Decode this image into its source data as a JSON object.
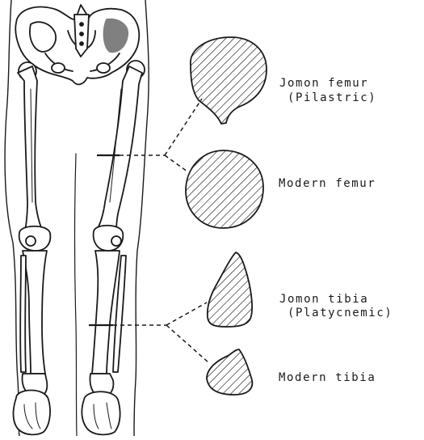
{
  "sections": [
    {
      "id": "jomon-femur",
      "line1": "Jomon femur",
      "line2": "(Pilastric)"
    },
    {
      "id": "modern-femur",
      "line1": "Modern femur",
      "line2": ""
    },
    {
      "id": "jomon-tibia",
      "line1": "Jomon tibia",
      "line2": "(Platycnemic)"
    },
    {
      "id": "modern-tibia",
      "line1": "Modern tibia",
      "line2": ""
    }
  ],
  "colors": {
    "ink": "#1a1a1a",
    "background": "#ffffff"
  }
}
